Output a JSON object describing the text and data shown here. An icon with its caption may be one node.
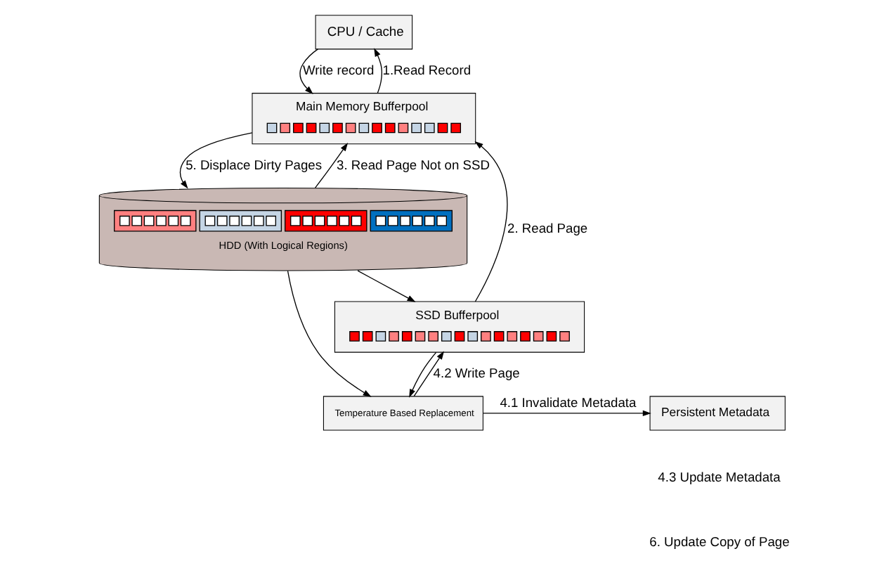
{
  "diagram": {
    "nodes": [
      {
        "text": [
          "CPU / Cache"
        ]
      },
      {
        "text": [
          "Main Memory Bufferpool"
        ]
      },
      {
        "text": [
          "Temperature Based Replacement"
        ]
      },
      {
        "text": [
          "Persistent Metadata"
        ]
      },
      {
        "text": [
          "SSD Bufferpool"
        ]
      },
      {
        "text": [
          "HDD (With Logical Regions)"
        ]
      }
    ],
    "edges": [
      {
        "from": 1,
        "to": 0,
        "arrow": "to",
        "label": "1.Read Record"
      },
      {
        "from": 0,
        "to": 1,
        "arrow": "to",
        "label": "Write record"
      },
      {
        "from": 4,
        "to": 1,
        "arrow": "to",
        "label": "2. Read Page"
      },
      {
        "from": 4,
        "to": 2,
        "arrow": "to"
      },
      {
        "from": 2,
        "to": 4,
        "arrow": "to",
        "label": "4.2 Write Page"
      },
      {
        "from": 2,
        "to": 3,
        "arrow": "to",
        "label": "4.1 Invalidate Metadata"
      },
      {
        "from": 5,
        "to": 1,
        "arrow": "to",
        "label": "3. Read Page Not on SSD"
      },
      {
        "from": 5,
        "to": 2,
        "arrow": "to"
      },
      {
        "from": 5,
        "to": 4,
        "arrow": "to"
      },
      {
        "from": 1,
        "to": 5,
        "arrow": "to",
        "label": "5. Displace Dirty Pages"
      }
    ],
    "labels": [
      "4.3 Update Metadata",
      "6. Update Copy of Page"
    ]
  }
}
